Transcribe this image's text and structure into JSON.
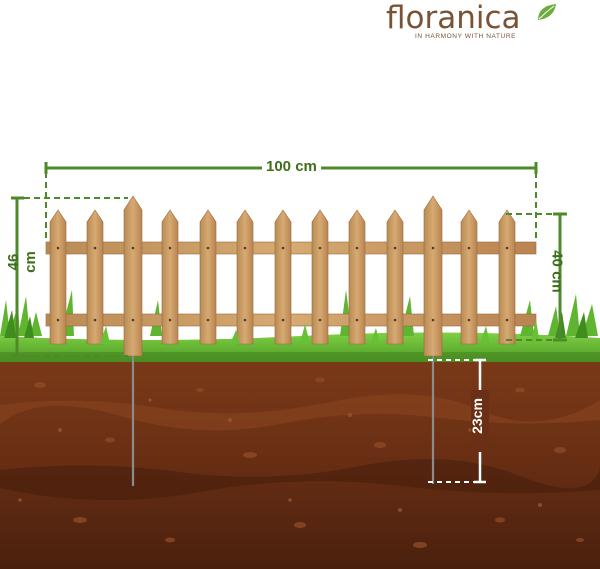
{
  "brand": {
    "name": "floranica",
    "tagline": "IN HARMONY WITH NATURE",
    "logo_icon": "leaf-icon"
  },
  "dimensions": {
    "width": "100 cm",
    "total_height": "46 cm",
    "visible_height": "40 cm",
    "stake_depth": "23cm"
  },
  "colors": {
    "brand": "#7a5236",
    "dimension_lines": "#4f8a2a",
    "grass": "#6cc23a",
    "wood": "#c99a62",
    "soil": "#5c2b14"
  }
}
